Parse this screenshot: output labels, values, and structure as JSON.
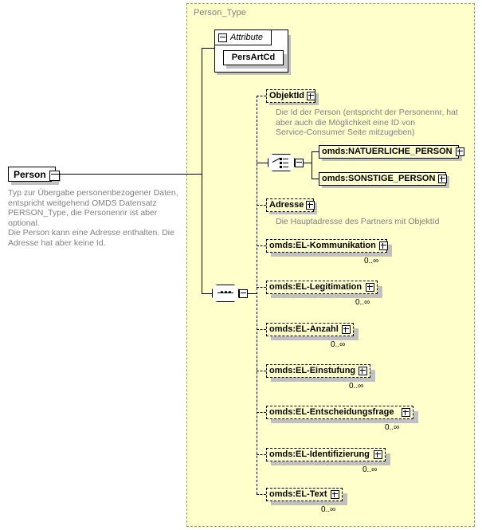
{
  "diagram": {
    "kind": "xsd-schema-diagram",
    "root": {
      "name": "Person",
      "expander": "collapse-icon",
      "annotation": "Typ zur Übergabe personenbezogener Daten,\nentspricht weitgehend OMDS Datensatz\nPERSON_Type, die Personennr ist aber optional.\nDie Person kann eine Adresse enthalten. Die\nAdresse hat aber keine Id."
    },
    "type_container": {
      "title": "Person_Type"
    },
    "attribute_group": {
      "title": "Attribute",
      "expander": "collapse-icon",
      "children": [
        {
          "name": "PersArtCd"
        }
      ]
    },
    "model_groups": {
      "sequence": {
        "name": "sequence-connector",
        "expander": "collapse-icon"
      },
      "choice": {
        "name": "choice-connector",
        "expander": "collapse-icon"
      }
    },
    "elements": [
      {
        "name": "ObjektId",
        "optional": true,
        "repeating": false,
        "expander": "expand-icon",
        "occurrence": "",
        "annotation": "Die Id der Person (entspricht der Personennr, hat\naber auch die Möglichkeit eine ID von\nService-Consumer Seite mitzugeben)"
      },
      {
        "name": "omds:NATUERLICHE_PERSON",
        "optional": false,
        "repeating": false,
        "expander": "expand-icon",
        "occurrence": "",
        "annotation": ""
      },
      {
        "name": "omds:SONSTIGE_PERSON",
        "optional": false,
        "repeating": false,
        "expander": "expand-icon",
        "occurrence": "",
        "annotation": ""
      },
      {
        "name": "Adresse",
        "optional": true,
        "repeating": false,
        "expander": "expand-icon",
        "occurrence": "",
        "annotation": "Die Hauptadresse des Partners mit ObjektId"
      },
      {
        "name": "omds:EL-Kommunikation",
        "optional": true,
        "repeating": true,
        "expander": "expand-icon",
        "occurrence": "0..∞",
        "annotation": ""
      },
      {
        "name": "omds:EL-Legitimation",
        "optional": true,
        "repeating": true,
        "expander": "expand-icon",
        "occurrence": "0..∞",
        "annotation": ""
      },
      {
        "name": "omds:EL-Anzahl",
        "optional": true,
        "repeating": true,
        "expander": "expand-icon",
        "occurrence": "0..∞",
        "annotation": ""
      },
      {
        "name": "omds:EL-Einstufung",
        "optional": true,
        "repeating": true,
        "expander": "expand-icon",
        "occurrence": "0..∞",
        "annotation": ""
      },
      {
        "name": "omds:EL-Entscheidungsfrage",
        "optional": true,
        "repeating": true,
        "expander": "expand-icon",
        "occurrence": "0..∞",
        "annotation": ""
      },
      {
        "name": "omds:EL-Identifizierung",
        "optional": true,
        "repeating": true,
        "expander": "expand-icon",
        "occurrence": "0..∞",
        "annotation": ""
      },
      {
        "name": "omds:EL-Text",
        "optional": true,
        "repeating": true,
        "expander": "expand-icon",
        "occurrence": "0..∞",
        "annotation": ""
      }
    ],
    "colors": {
      "container_fill": "#ffffcc",
      "container_border": "#999966",
      "node_fill": "#ffffcc",
      "node_fill_solid": "#ffffff",
      "annotation_text": "#808080",
      "shadow": "#c0c0c0",
      "line": "#000000"
    }
  }
}
